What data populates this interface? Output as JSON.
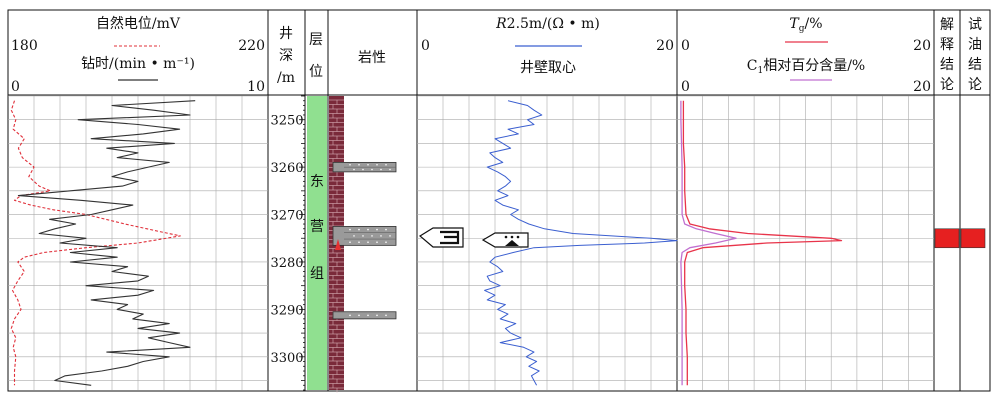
{
  "track1": {
    "sp_title": "自然电位/mV",
    "sp_min": "180",
    "sp_max": "220",
    "drill_title": "钻时/(min • m⁻¹)",
    "drill_min": "0",
    "drill_max": "10"
  },
  "depth_header": [
    "井",
    "深",
    "/m"
  ],
  "layer_header": [
    "层",
    "位"
  ],
  "layer_name": [
    "东",
    "营",
    "组"
  ],
  "lith_header": "岩性",
  "res_track": {
    "title_italic": "R",
    "title_rest": "2.5m/(Ω • m)",
    "min": "0",
    "max": "20",
    "subtitle": "井壁取心"
  },
  "gas_track": {
    "tg_title": "T",
    "tg_sub": "g",
    "tg_unit": "/%",
    "tg_min": "0",
    "tg_max": "20",
    "c1_title": "C",
    "c1_sub": "1",
    "c1_rest": "相对百分含量/%",
    "c1_min": "0",
    "c1_max": "20"
  },
  "interp_header": [
    "解",
    "释",
    "结",
    "论"
  ],
  "test_header": [
    "试",
    "油",
    "结",
    "论"
  ],
  "colors": {
    "sp": "#e0303a",
    "drill": "#333333",
    "resistivity": "#3b5fd0",
    "tg": "#e8344a",
    "c1": "#c070d0",
    "layer": "#90e090",
    "lith": "#7a2a3a",
    "conclusion": "#e62020"
  },
  "chart_data": {
    "type": "line",
    "depth_axis": {
      "label": "井深/m",
      "range": [
        3245,
        3307
      ],
      "ticks": [
        3250,
        3260,
        3270,
        3280,
        3290,
        3300
      ]
    },
    "layer": "东营组",
    "sandstone_intervals": [
      [
        3259.0,
        3261.0
      ],
      [
        3272.5,
        3276.5
      ],
      [
        3290.5,
        3292.0
      ]
    ],
    "sidewall_core_depth": 3275,
    "interpretation_interval": [
      3273,
      3277
    ],
    "test_interval": [
      3273,
      3277
    ],
    "series": [
      {
        "name": "自然电位/mV",
        "xlim": [
          180,
          220
        ],
        "points": [
          [
            3246,
            181.0
          ],
          [
            3248,
            180.5
          ],
          [
            3250,
            181.2
          ],
          [
            3252,
            180.8
          ],
          [
            3254,
            182.5
          ],
          [
            3256,
            181.6
          ],
          [
            3258,
            182.2
          ],
          [
            3260,
            184.0
          ],
          [
            3262,
            183.2
          ],
          [
            3264,
            184.8
          ],
          [
            3265,
            186.5
          ],
          [
            3266,
            182.0
          ],
          [
            3267,
            181.0
          ],
          [
            3268,
            183.5
          ],
          [
            3269,
            187.0
          ],
          [
            3270,
            192.0
          ],
          [
            3272,
            198.0
          ],
          [
            3273.5,
            203.0
          ],
          [
            3274.5,
            206.5
          ],
          [
            3276,
            200.0
          ],
          [
            3277,
            192.0
          ],
          [
            3278,
            185.5
          ],
          [
            3279,
            182.5
          ],
          [
            3280,
            181.5
          ],
          [
            3282,
            182.5
          ],
          [
            3284,
            181.5
          ],
          [
            3286,
            180.7
          ],
          [
            3288,
            181.5
          ],
          [
            3290,
            182.0
          ],
          [
            3292,
            181.0
          ],
          [
            3294,
            180.5
          ],
          [
            3296,
            181.2
          ],
          [
            3298,
            180.8
          ],
          [
            3300,
            181.2
          ],
          [
            3303,
            181.0
          ],
          [
            3306,
            181.0
          ]
        ]
      },
      {
        "name": "钻时/(min • m⁻¹)",
        "xlim": [
          0,
          10
        ],
        "points": [
          [
            3246,
            7.2
          ],
          [
            3247,
            4.0
          ],
          [
            3248,
            5.6
          ],
          [
            3249,
            7.0
          ],
          [
            3250,
            2.7
          ],
          [
            3251,
            5.0
          ],
          [
            3252,
            6.6
          ],
          [
            3253,
            5.2
          ],
          [
            3254,
            3.2
          ],
          [
            3255,
            6.4
          ],
          [
            3256,
            3.8
          ],
          [
            3257,
            5.0
          ],
          [
            3258,
            4.2
          ],
          [
            3259,
            6.2
          ],
          [
            3260,
            5.4
          ],
          [
            3261,
            4.6
          ],
          [
            3262,
            4.0
          ],
          [
            3263,
            5.0
          ],
          [
            3264,
            4.4
          ],
          [
            3265,
            2.4
          ],
          [
            3266,
            0.4
          ],
          [
            3267,
            2.8
          ],
          [
            3268,
            4.8
          ],
          [
            3269,
            4.0
          ],
          [
            3270,
            3.2
          ],
          [
            3271,
            1.6
          ],
          [
            3272,
            2.6
          ],
          [
            3273,
            1.8
          ],
          [
            3274,
            1.2
          ],
          [
            3275,
            3.0
          ],
          [
            3276,
            2.0
          ],
          [
            3277,
            4.2
          ],
          [
            3278,
            2.4
          ],
          [
            3279,
            4.2
          ],
          [
            3280,
            2.4
          ],
          [
            3281,
            4.6
          ],
          [
            3282,
            4.0
          ],
          [
            3283,
            5.4
          ],
          [
            3284,
            5.0
          ],
          [
            3285,
            3.0
          ],
          [
            3286,
            5.6
          ],
          [
            3287,
            5.0
          ],
          [
            3288,
            3.2
          ],
          [
            3289,
            4.6
          ],
          [
            3290,
            4.2
          ],
          [
            3291,
            5.2
          ],
          [
            3292,
            4.8
          ],
          [
            3293,
            6.2
          ],
          [
            3294,
            5.0
          ],
          [
            3295,
            6.6
          ],
          [
            3296,
            5.4
          ],
          [
            3297,
            6.2
          ],
          [
            3298,
            7.0
          ],
          [
            3299,
            3.8
          ],
          [
            3300,
            6.2
          ],
          [
            3301,
            5.2
          ],
          [
            3302,
            4.6
          ],
          [
            3303,
            3.6
          ],
          [
            3304,
            2.2
          ],
          [
            3305,
            1.8
          ],
          [
            3306,
            3.2
          ]
        ]
      },
      {
        "name": "R2.5m/(Ω • m)",
        "xlim": [
          0,
          20
        ],
        "points": [
          [
            3246,
            7.0
          ],
          [
            3247,
            8.5
          ],
          [
            3248,
            9.0
          ],
          [
            3249,
            9.6
          ],
          [
            3250,
            8.5
          ],
          [
            3251,
            9.0
          ],
          [
            3252,
            7.0
          ],
          [
            3253,
            7.8
          ],
          [
            3254,
            6.0
          ],
          [
            3255,
            6.6
          ],
          [
            3256,
            7.2
          ],
          [
            3257,
            5.6
          ],
          [
            3258,
            6.0
          ],
          [
            3259,
            6.6
          ],
          [
            3260,
            5.4
          ],
          [
            3261,
            6.2
          ],
          [
            3262,
            6.8
          ],
          [
            3263,
            7.2
          ],
          [
            3264,
            6.8
          ],
          [
            3265,
            6.2
          ],
          [
            3266,
            7.0
          ],
          [
            3267,
            6.0
          ],
          [
            3268,
            6.6
          ],
          [
            3269,
            7.8
          ],
          [
            3270,
            7.2
          ],
          [
            3271,
            7.8
          ],
          [
            3272,
            8.6
          ],
          [
            3273,
            9.8
          ],
          [
            3274,
            12.0
          ],
          [
            3275,
            18.0
          ],
          [
            3275.5,
            20.0
          ],
          [
            3276,
            17.5
          ],
          [
            3276.5,
            12.5
          ],
          [
            3277,
            9.0
          ],
          [
            3278,
            7.4
          ],
          [
            3279,
            6.0
          ],
          [
            3280,
            5.6
          ],
          [
            3281,
            6.2
          ],
          [
            3282,
            6.6
          ],
          [
            3283,
            5.4
          ],
          [
            3284,
            5.6
          ],
          [
            3285,
            6.4
          ],
          [
            3286,
            5.2
          ],
          [
            3287,
            6.0
          ],
          [
            3288,
            5.4
          ],
          [
            3289,
            6.8
          ],
          [
            3290,
            6.2
          ],
          [
            3291,
            7.0
          ],
          [
            3292,
            6.4
          ],
          [
            3293,
            7.6
          ],
          [
            3294,
            6.8
          ],
          [
            3295,
            7.2
          ],
          [
            3296,
            8.0
          ],
          [
            3297,
            6.4
          ],
          [
            3298,
            8.2
          ],
          [
            3299,
            9.0
          ],
          [
            3300,
            8.4
          ],
          [
            3301,
            9.2
          ],
          [
            3302,
            8.6
          ],
          [
            3303,
            9.4
          ],
          [
            3304,
            8.8
          ],
          [
            3305,
            9.0
          ],
          [
            3306,
            9.2
          ]
        ]
      },
      {
        "name": "Tg/%",
        "xlim": [
          0,
          20
        ],
        "points": [
          [
            3246,
            0.5
          ],
          [
            3250,
            0.5
          ],
          [
            3255,
            0.5
          ],
          [
            3260,
            0.6
          ],
          [
            3265,
            0.6
          ],
          [
            3270,
            0.7
          ],
          [
            3272,
            1.0
          ],
          [
            3273,
            2.5
          ],
          [
            3274,
            5.5
          ],
          [
            3275,
            12.0
          ],
          [
            3275.5,
            12.8
          ],
          [
            3276,
            7.0
          ],
          [
            3277,
            2.0
          ],
          [
            3278,
            0.8
          ],
          [
            3280,
            0.6
          ],
          [
            3285,
            0.6
          ],
          [
            3290,
            0.7
          ],
          [
            3295,
            0.7
          ],
          [
            3300,
            0.8
          ],
          [
            3306,
            0.8
          ]
        ]
      },
      {
        "name": "C1相对百分含量/%",
        "xlim": [
          0,
          20
        ],
        "points": [
          [
            3246,
            0.3
          ],
          [
            3250,
            0.3
          ],
          [
            3260,
            0.4
          ],
          [
            3270,
            0.4
          ],
          [
            3272,
            0.6
          ],
          [
            3273,
            1.5
          ],
          [
            3274,
            3.0
          ],
          [
            3275,
            4.6
          ],
          [
            3276,
            3.0
          ],
          [
            3277,
            1.0
          ],
          [
            3278,
            0.4
          ],
          [
            3280,
            0.3
          ],
          [
            3290,
            0.4
          ],
          [
            3300,
            0.4
          ],
          [
            3306,
            0.4
          ]
        ]
      }
    ]
  }
}
